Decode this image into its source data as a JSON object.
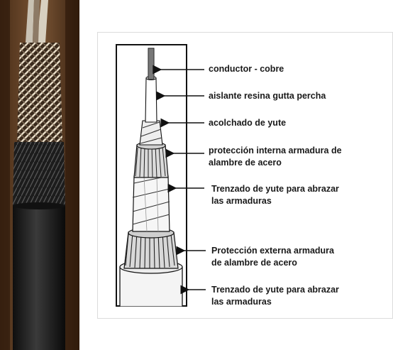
{
  "labels": {
    "l1": "conductor - cobre",
    "l2": "aislante resina gutta percha",
    "l3": "acolchado de yute",
    "l4a": "protección interna armadura de",
    "l4b": "alambre de acero",
    "l5a": "Trenzado de yute para abrazar",
    "l5b": "las armaduras",
    "l6a": "Protección externa armadura",
    "l6b": "de alambre de acero",
    "l7a": "Trenzado de yute para abrazar",
    "l7b": "las armaduras"
  },
  "colors": {
    "copper": "#9a9a9a",
    "outline": "#111111",
    "jute": "#e6e6e6",
    "photo_brown": "#6b4a2c"
  }
}
